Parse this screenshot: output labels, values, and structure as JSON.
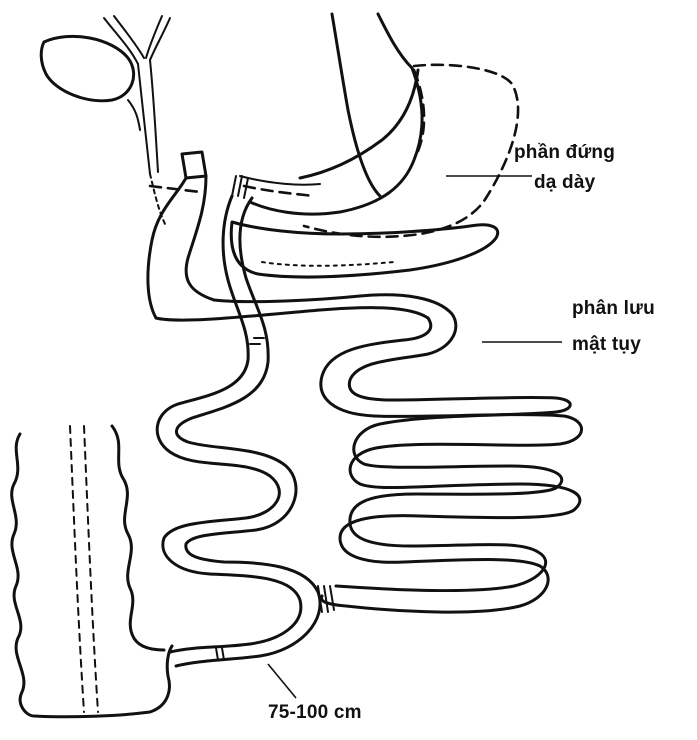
{
  "labels": {
    "stomach_pouch_line1": "phần đứng",
    "stomach_pouch_line2": "dạ dày",
    "biliopancreatic_line1": "phân lưu",
    "biliopancreatic_line2": "mật tụy",
    "limb_length": "75-100 cm"
  },
  "colors": {
    "ink": "#111111",
    "background": "#ffffff"
  }
}
